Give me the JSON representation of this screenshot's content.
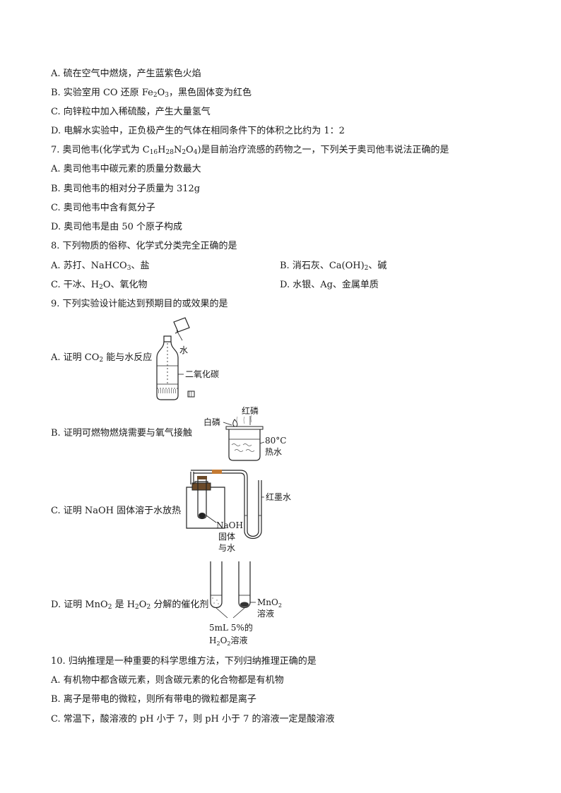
{
  "q6": {
    "a": "A.  硫在空气中燃烧，产生蓝紫色火焰",
    "b_pre": "B.  实验室用 CO 还原 Fe",
    "b_sub1": "2",
    "b_mid": "O",
    "b_sub2": "3",
    "b_post": "，黑色固体变为红色",
    "c": "C.  向锌粒中加入稀硫酸，产生大量氢气",
    "d": "D.  电解水实验中，正负极产生的气体在相同条件下的体积之比约为 1：2"
  },
  "q7": {
    "stem_pre": "7.  奥司他韦(化学式为 C",
    "s1": "16",
    "h": "H",
    "s2": "28",
    "n": "N",
    "s3": "2",
    "o": "O",
    "s4": "4",
    "stem_post": ")是目前治疗流感的药物之一，下列关于奥司他韦说法正确的是",
    "a": "A.  奥司他韦中碳元素的质量分数最大",
    "b": "B.  奥司他韦的相对分子质量为 312g",
    "c": "C.  奥司他韦中含有氮分子",
    "d": "D.  奥司他韦是由 50 个原子构成"
  },
  "q8": {
    "stem": "8.  下列物质的俗称、化学式分类完全正确的是",
    "a_pre": "A.  苏打、NaHCO",
    "a_sub": "3",
    "a_post": "、盐",
    "b_pre": "B.  消石灰、Ca(OH)",
    "b_sub": "2",
    "b_post": "、碱",
    "c_pre": "C.  干冰、H",
    "c_sub": "2",
    "c_post": "O、氧化物",
    "d": "D.  水银、Ag、金属单质"
  },
  "q9": {
    "stem": "9.  下列实验设计能达到预期目的或效果的是",
    "a_pre": "A.  证明 CO",
    "a_sub": "2",
    "a_post": " 能与水反应",
    "a_water": "水",
    "a_co2": "二氧化碳",
    "b_text": "B.  证明可燃物燃烧需要与氧气接触",
    "b_white": "白磷",
    "b_red": "红磷",
    "b_temp": "80°C",
    "b_hot": "热水",
    "c_text": "C.  证明 NaOH 固体溶于水放热",
    "c_ink": "红墨水",
    "c_naoh": "NaOH",
    "c_solid": "固体",
    "c_water": "与水",
    "d_pre": "D.  证明 MnO",
    "d_sub1": "2",
    "d_mid": " 是 H",
    "d_sub2": "2",
    "d_mid2": "O",
    "d_sub3": "2",
    "d_post": " 分解的催化剂",
    "d_mno2": "MnO",
    "d_mno2_sub": "2",
    "d_solution": "溶液",
    "d_vol": "5mL 5%的",
    "d_h2o2": "H",
    "d_h2o2_s1": "2",
    "d_h2o2_o": "O",
    "d_h2o2_s2": "2",
    "d_h2o2_post": "溶液"
  },
  "q10": {
    "stem": "10.  归纳推理是一种重要的科学思维方法，下列归纳推理正确的是",
    "a": "A.  有机物中都含碳元素，则含碳元素的化合物都是有机物",
    "b": "B.  离子是带电的微粒，则所有带电的微粒都是离子",
    "c": "C.  常温下，酸溶液的 pH 小于 7，则 pH 小于 7 的溶液一定是酸溶液"
  }
}
